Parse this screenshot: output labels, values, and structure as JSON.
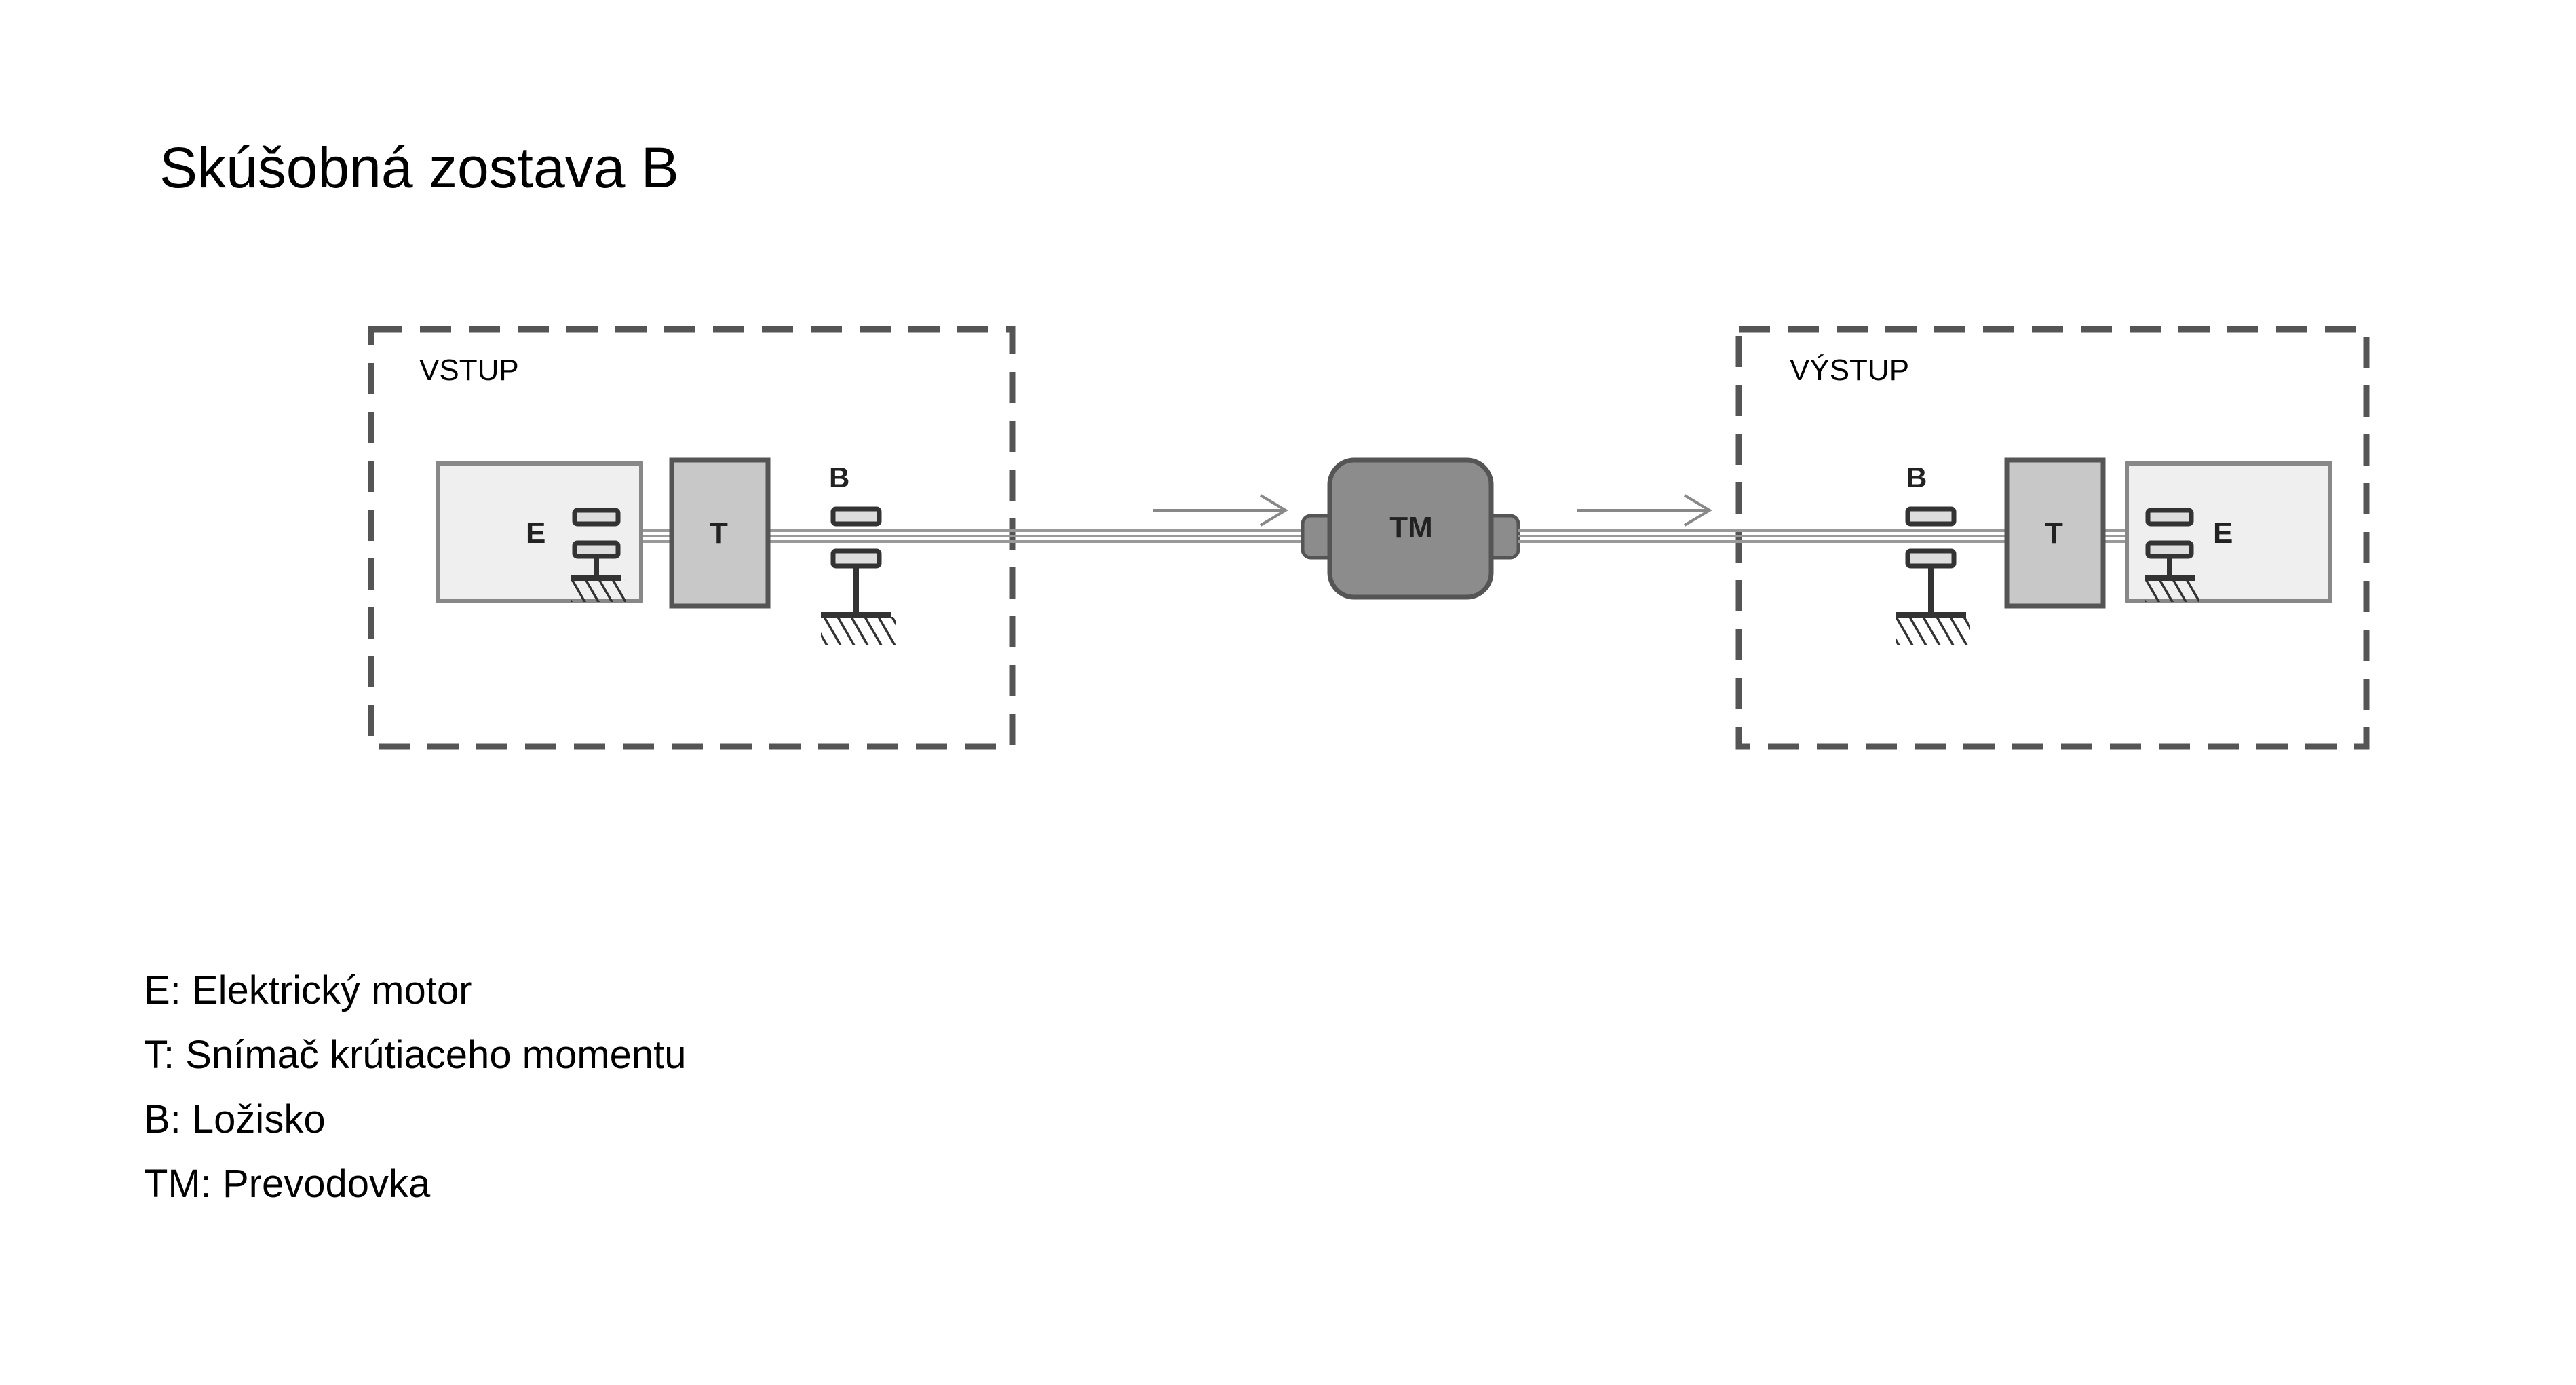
{
  "title": "Skúšobná zostava B",
  "diagram": {
    "input": {
      "label": "VSTUP",
      "motor_label": "E",
      "sensor_label": "T",
      "bearing_label": "B"
    },
    "gearbox_label": "TM",
    "output": {
      "label": "VÝSTUP",
      "motor_label": "E",
      "sensor_label": "T",
      "bearing_label": "B"
    },
    "colors": {
      "frame_dash": "#555555",
      "motor_fill": "#efefef",
      "sensor_fill": "#c8c8c8",
      "gearbox_fill": "#8c8c8c",
      "shaft": "#999999",
      "dark": "#333333"
    }
  },
  "legend": [
    {
      "text": "E: Elektrický motor"
    },
    {
      "text": "T: Snímač krútiaceho momentu"
    },
    {
      "text": "B: Ložisko"
    },
    {
      "text": "TM: Prevodovka"
    }
  ]
}
